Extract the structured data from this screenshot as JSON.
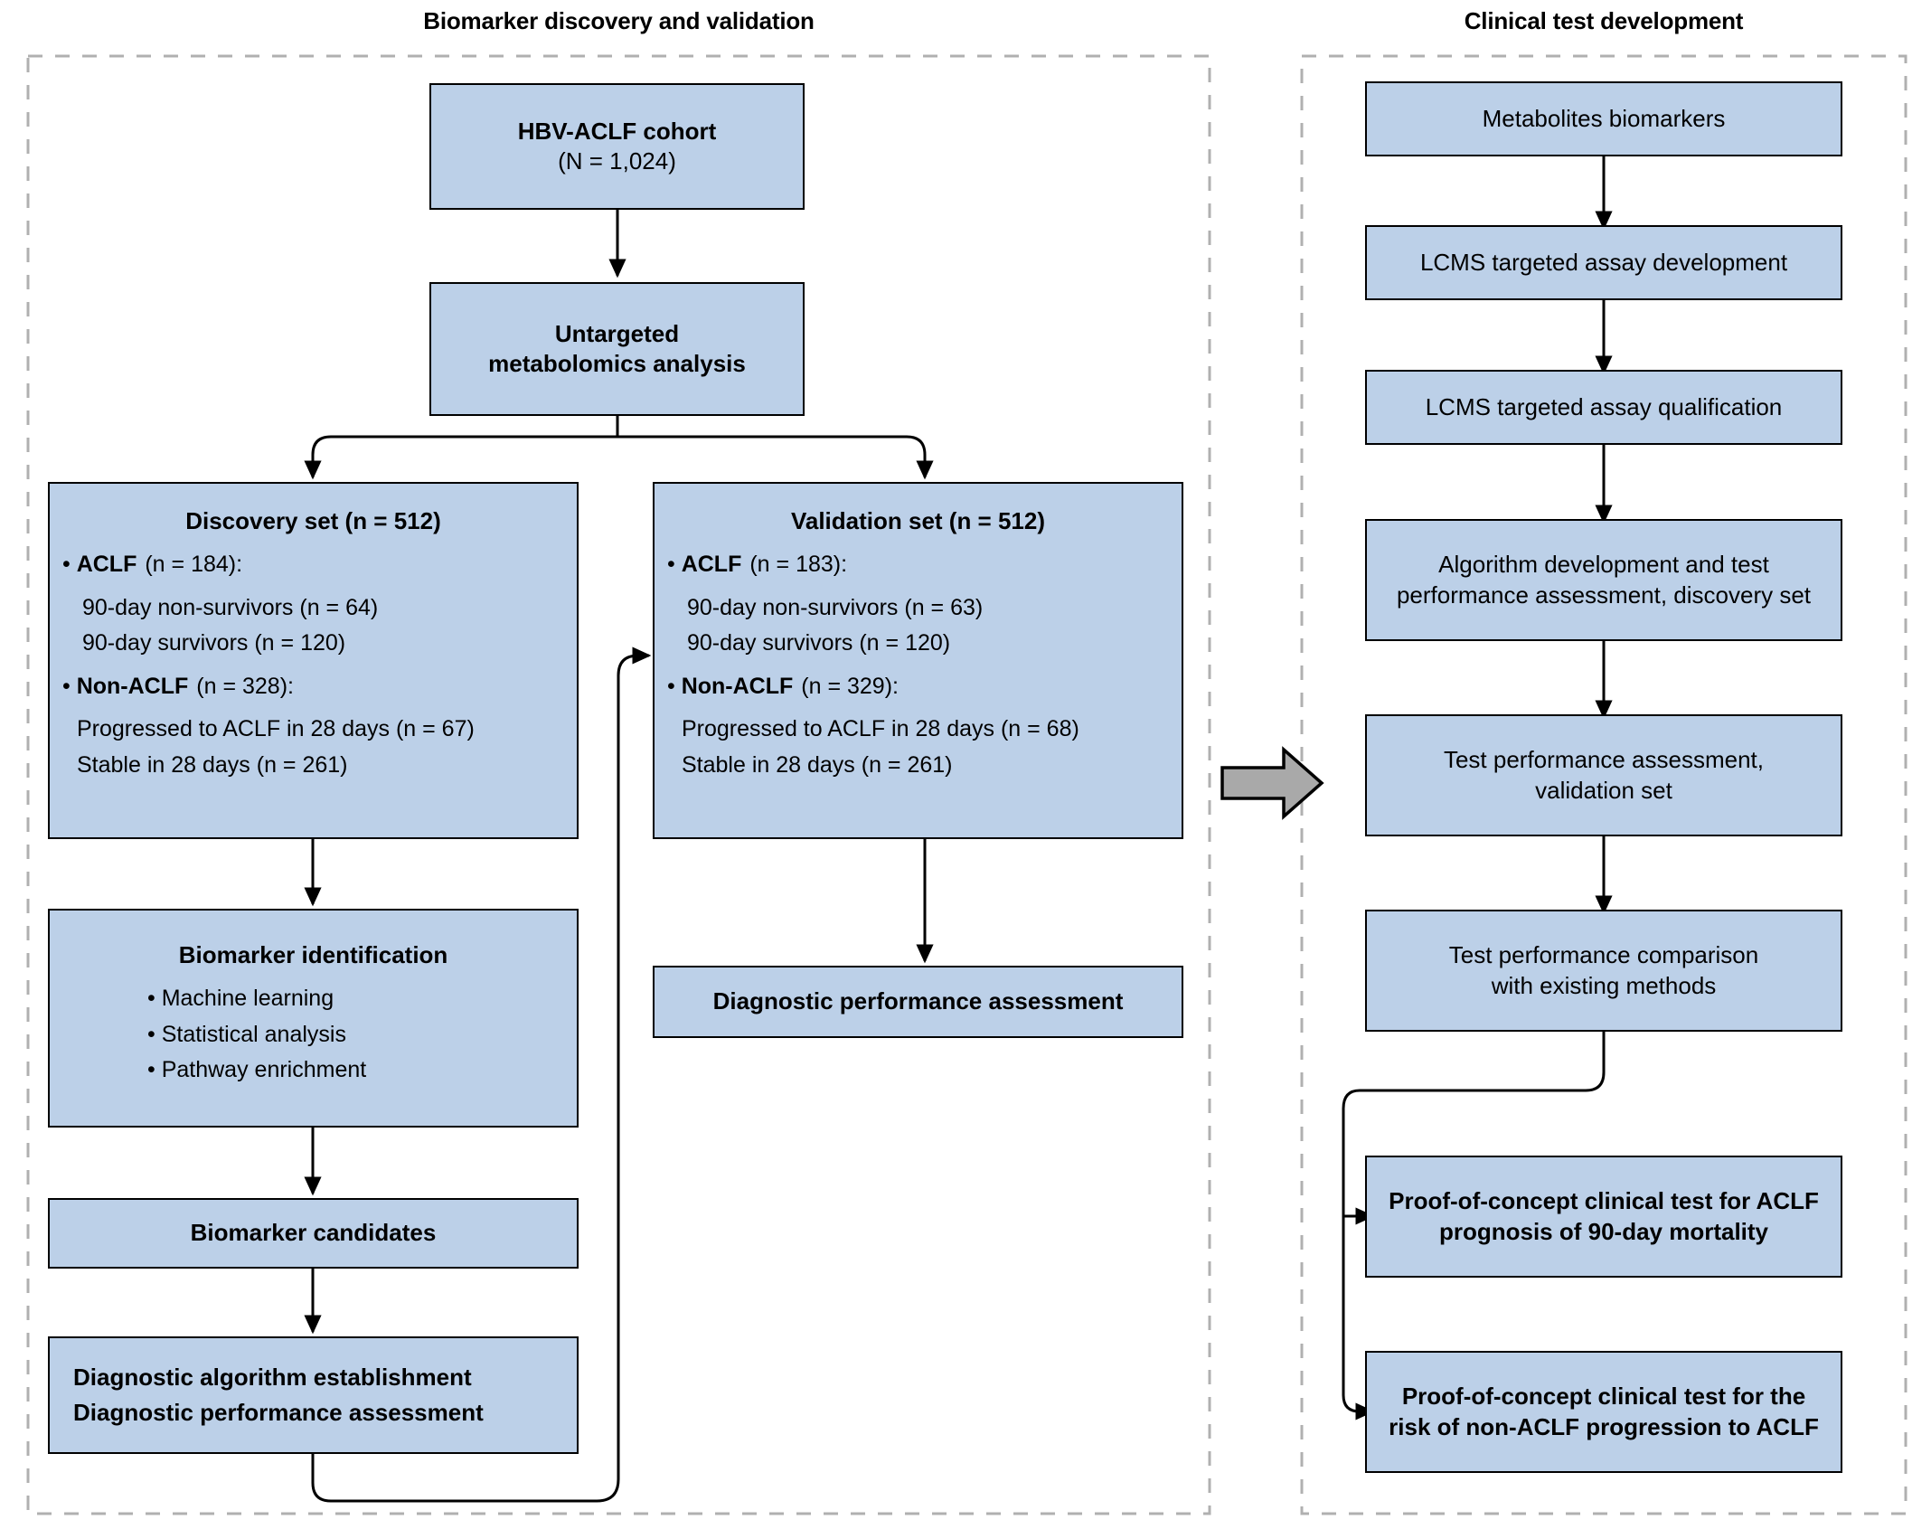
{
  "figure": {
    "type": "flowchart",
    "panels": [
      {
        "id": "left",
        "title": "Biomarker discovery and validation"
      },
      {
        "id": "right",
        "title": "Clinical test development"
      }
    ],
    "colors": {
      "node_fill": "#bcd0e8",
      "node_border": "#000000",
      "panel_border": "#b3b3b3",
      "connector_arrow_fill": "#a9a9a9",
      "background": "#ffffff",
      "text": "#000000"
    }
  },
  "left_panel": {
    "title": "Biomarker discovery and validation",
    "cohort": {
      "line1": "HBV-ACLF cohort",
      "line2": "(N = 1,024)"
    },
    "metabolomics": {
      "line1": "Untargeted",
      "line2": "metabolomics analysis"
    },
    "discovery_set": {
      "header": "Discovery set (n = 512)",
      "group1_label": "ACLF",
      "group1_count": "(n = 184):",
      "group1_items": [
        "90-day non-survivors (n = 64)",
        "90-day survivors (n = 120)"
      ],
      "group2_label": "Non-ACLF",
      "group2_count": "(n = 328):",
      "group2_items": [
        "Progressed to ACLF in 28 days (n = 67)",
        "Stable in 28 days (n = 261)"
      ]
    },
    "validation_set": {
      "header": "Validation set (n = 512)",
      "group1_label": "ACLF",
      "group1_count": "(n = 183):",
      "group1_items": [
        "90-day non-survivors (n = 63)",
        "90-day survivors (n = 120)"
      ],
      "group2_label": "Non-ACLF",
      "group2_count": "(n = 329):",
      "group2_items": [
        "Progressed to ACLF in 28 days (n = 68)",
        "Stable in 28 days (n = 261)"
      ]
    },
    "biomarker_identification": {
      "header": "Biomarker identification",
      "items": [
        "Machine learning",
        "Statistical analysis",
        "Pathway enrichment"
      ]
    },
    "biomarker_candidates": "Biomarker candidates",
    "diagnostic_algorithm": {
      "line1": "Diagnostic algorithm establishment",
      "line2": "Diagnostic performance assessment"
    },
    "diagnostic_performance": "Diagnostic performance assessment"
  },
  "right_panel": {
    "title": "Clinical test development",
    "steps": [
      {
        "id": "metabolites-biomarkers",
        "line1": "Metabolites biomarkers",
        "line2": "",
        "bold": false
      },
      {
        "id": "lcms-assay-development",
        "line1": "LCMS targeted assay development",
        "line2": "",
        "bold": false
      },
      {
        "id": "lcms-assay-qualification",
        "line1": "LCMS targeted assay qualification",
        "line2": "",
        "bold": false
      },
      {
        "id": "algorithm-development",
        "line1": "Algorithm development and test",
        "line2": "performance assessment, discovery set",
        "bold": false
      },
      {
        "id": "test-performance-validation",
        "line1": "Test performance assessment,",
        "line2": "validation set",
        "bold": false
      },
      {
        "id": "test-performance-comparison",
        "line1": "Test performance comparison",
        "line2": "with existing methods",
        "bold": false
      },
      {
        "id": "poc-prognosis",
        "line1": "Proof-of-concept clinical test for ACLF",
        "line2": "prognosis of 90-day mortality",
        "bold": true
      },
      {
        "id": "poc-progression",
        "line1": "Proof-of-concept clinical test for the",
        "line2": "risk of non-ACLF progression to ACLF",
        "bold": true
      }
    ]
  }
}
